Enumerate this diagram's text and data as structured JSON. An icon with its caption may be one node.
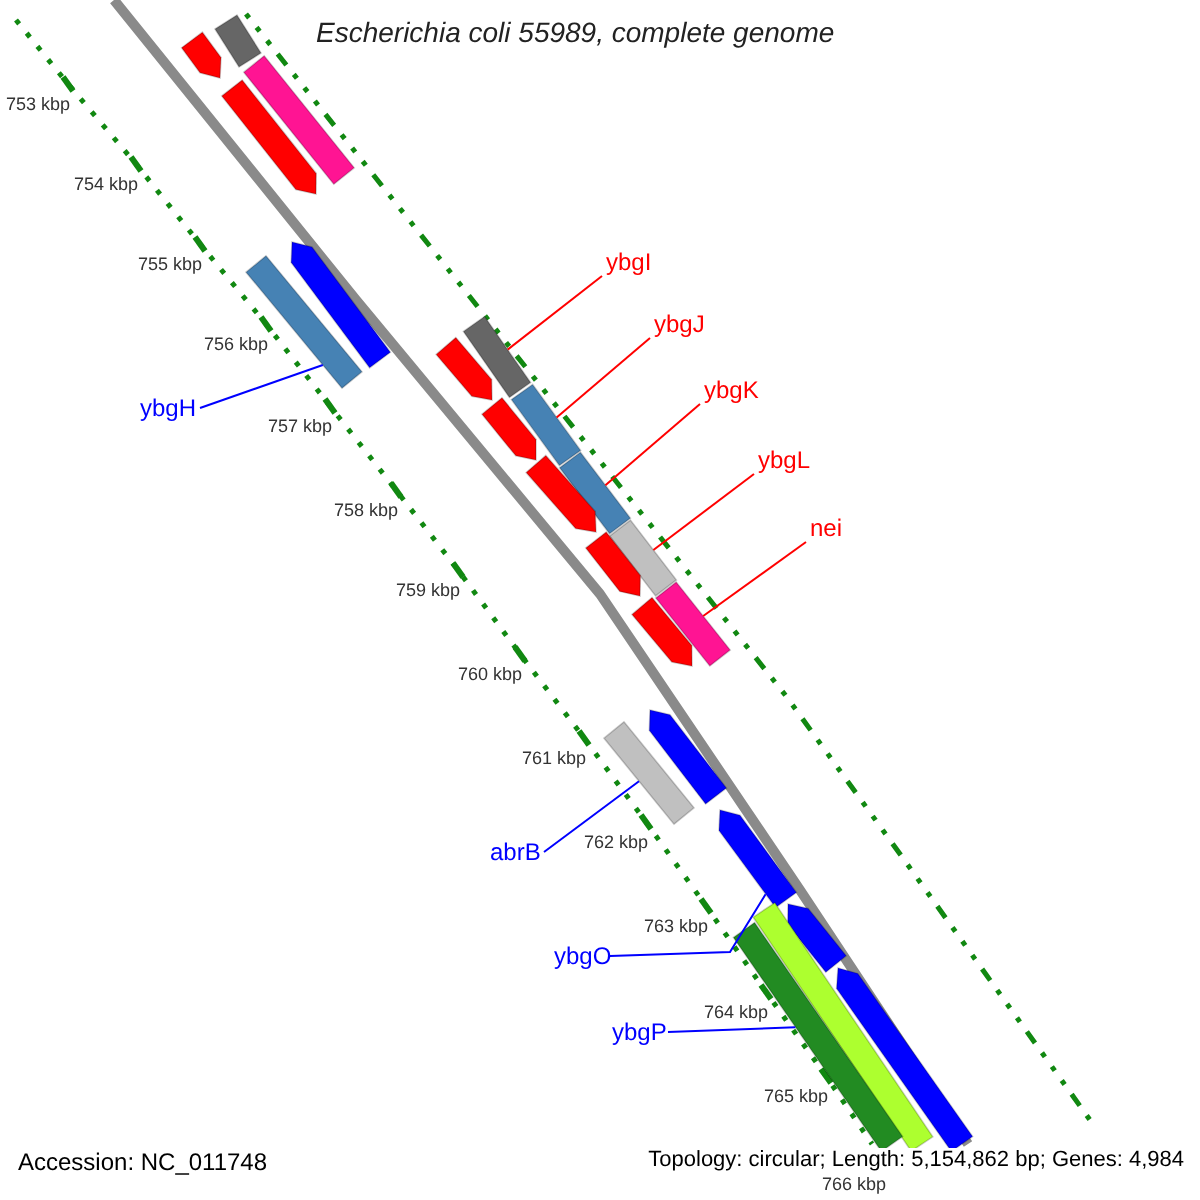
{
  "diagram": {
    "title": "Escherichia coli 55989, complete genome",
    "nodes": [
      {
        "text": [],
        "shape": "bar"
      },
      {
        "text": [],
        "shape": "pentagon"
      },
      {
        "text": [],
        "shape": "bar"
      },
      {
        "text": [],
        "shape": "pentagon"
      },
      {
        "text": [],
        "shape": "pentagon"
      },
      {
        "text": [],
        "shape": "bar"
      },
      {
        "text": [],
        "shape": "bar"
      },
      {
        "text": [],
        "shape": "pentagon"
      },
      {
        "text": [],
        "shape": "bar"
      },
      {
        "text": [],
        "shape": "pentagon"
      },
      {
        "text": [],
        "shape": "bar"
      },
      {
        "text": [],
        "shape": "pentagon"
      },
      {
        "text": [],
        "shape": "bar"
      },
      {
        "text": [],
        "shape": "pentagon"
      },
      {
        "text": [],
        "shape": "bar"
      },
      {
        "text": [],
        "shape": "pentagon"
      },
      {
        "text": [],
        "shape": "pentagon"
      },
      {
        "text": [],
        "shape": "bar"
      },
      {
        "text": [],
        "shape": "pentagon"
      },
      {
        "text": [],
        "shape": "pentagon"
      },
      {
        "text": [],
        "shape": "bar"
      },
      {
        "text": [],
        "shape": "bar"
      },
      {
        "text": [],
        "shape": "pentagon"
      },
      {
        "text": [
          "ybgH"
        ]
      },
      {
        "text": [
          "ybgI"
        ]
      },
      {
        "text": [
          "ybgJ"
        ]
      },
      {
        "text": [
          "ybgK"
        ]
      },
      {
        "text": [
          "ybgL"
        ]
      },
      {
        "text": [
          "nei"
        ]
      },
      {
        "text": [
          "abrB"
        ]
      },
      {
        "text": [
          "ybgO"
        ]
      },
      {
        "text": [
          "ybgP"
        ]
      }
    ],
    "edges": [
      {
        "from": 23,
        "to": 5,
        "arrow": "none",
        "color": "#0000ff"
      },
      {
        "from": 24,
        "to": 6,
        "arrow": "none"
      },
      {
        "from": 25,
        "to": 8,
        "arrow": "none"
      },
      {
        "from": 26,
        "to": 10,
        "arrow": "none"
      },
      {
        "from": 27,
        "to": 12,
        "arrow": "none"
      },
      {
        "from": 28,
        "to": 14,
        "arrow": "none"
      },
      {
        "from": 29,
        "to": 17,
        "arrow": "none",
        "color": "#0000ff"
      },
      {
        "from": 30,
        "to": 18,
        "arrow": "none",
        "color": "#0000ff"
      },
      {
        "from": 31,
        "to": 21,
        "arrow": "none",
        "color": "#0000ff"
      }
    ],
    "labels": [
      "753 kbp",
      "754 kbp",
      "755 kbp",
      "756 kbp",
      "757 kbp",
      "758 kbp",
      "759 kbp",
      "760 kbp",
      "761 kbp",
      "762 kbp",
      "763 kbp",
      "764 kbp",
      "765 kbp",
      "766 kbp",
      "Accession: NC_011748",
      "Topology: circular; Length: 5,154,862 bp; Genes: 4,984"
    ]
  }
}
